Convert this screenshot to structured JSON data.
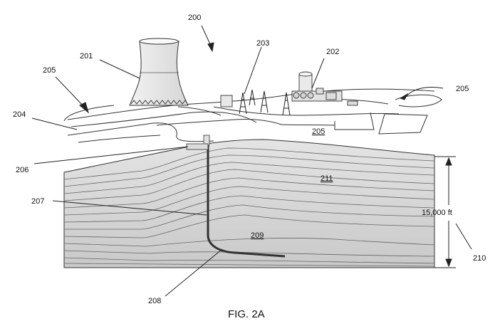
{
  "figure": {
    "caption": "FIG. 2A",
    "labels": {
      "l200": "200",
      "l201": "201",
      "l202": "202",
      "l203": "203",
      "l204": "204",
      "l205a": "205",
      "l205b": "205",
      "l205c": "205",
      "l206": "206",
      "l207": "207",
      "l208": "208",
      "l209": "209",
      "l210": "210",
      "l211": "211"
    },
    "depth_label": "15,000 ft"
  }
}
